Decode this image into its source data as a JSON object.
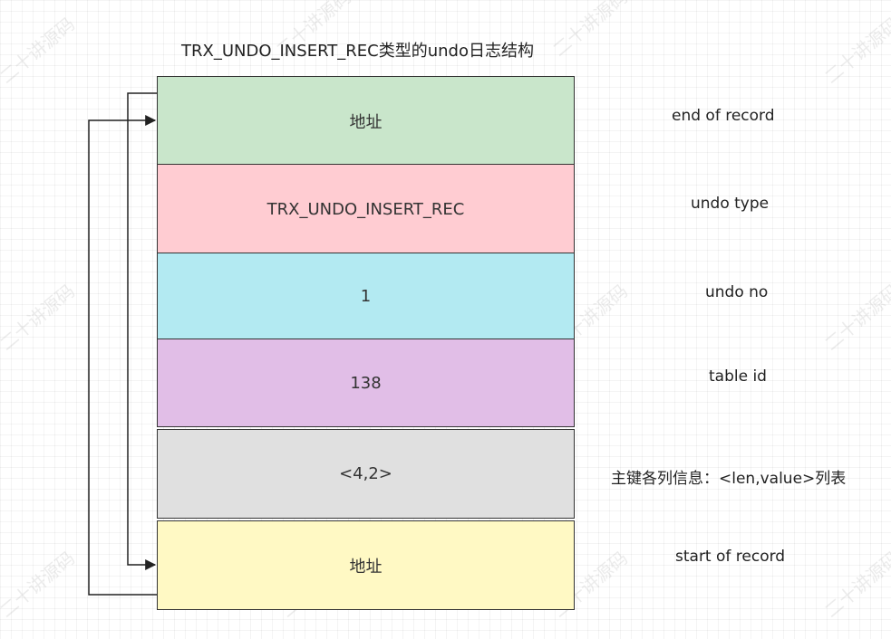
{
  "title": "TRX_UNDO_INSERT_REC类型的undo日志结构",
  "blocks": [
    {
      "text": "地址",
      "label": "end of record",
      "color": "#c9e6cb"
    },
    {
      "text": "TRX_UNDO_INSERT_REC",
      "label": "undo type",
      "color": "#ffccd2"
    },
    {
      "text": "1",
      "label": "undo no",
      "color": "#b3eaf2"
    },
    {
      "text": "138",
      "label": "table id",
      "color": "#e1bee7"
    },
    {
      "text": "<4,2>",
      "label": "主键各列信息：<len,value>列表",
      "color": "#e0e0e0"
    },
    {
      "text": "地址",
      "label": "start of record",
      "color": "#fff9c4"
    }
  ],
  "watermark": "二十讲源码"
}
